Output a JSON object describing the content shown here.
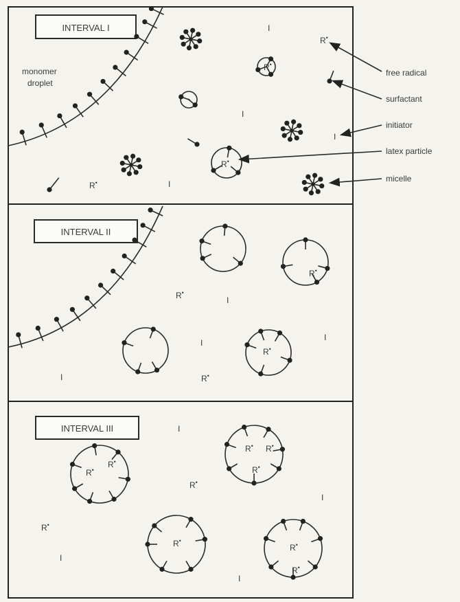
{
  "panels": [
    {
      "label": "INTERVAL I"
    },
    {
      "label": "INTERVAL II"
    },
    {
      "label": "INTERVAL III"
    }
  ],
  "droplet_label_line1": "monomer",
  "droplet_label_line2": "droplet",
  "symbols": {
    "radical": "R",
    "radical_mark": "•",
    "initiator": "I"
  },
  "legend": [
    {
      "label": "free radical"
    },
    {
      "label": "surfactant"
    },
    {
      "label": "initiator"
    },
    {
      "label": "latex particle"
    },
    {
      "label": "micelle"
    }
  ]
}
